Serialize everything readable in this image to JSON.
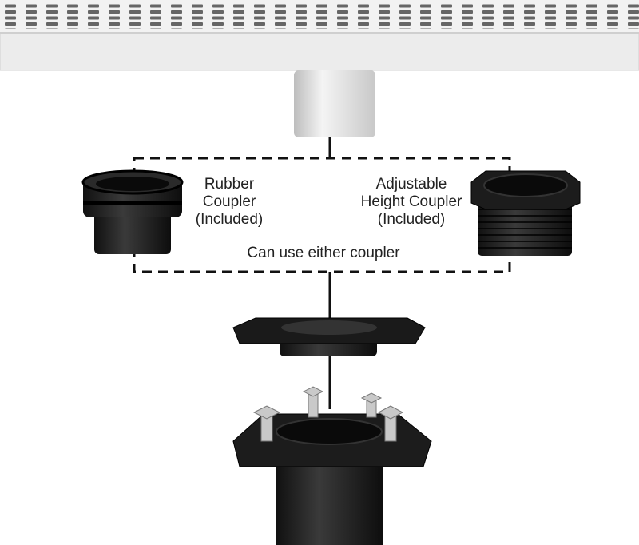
{
  "labels": {
    "rubber": [
      "Rubber",
      "Coupler",
      "(Included)"
    ],
    "adjustable": [
      "Adjustable",
      "Height Coupler",
      "(Included)"
    ],
    "either": "Can use either coupler"
  },
  "colors": {
    "steel": "#e6e6e6",
    "plastic": "#1a1a1a",
    "line": "#111111"
  }
}
